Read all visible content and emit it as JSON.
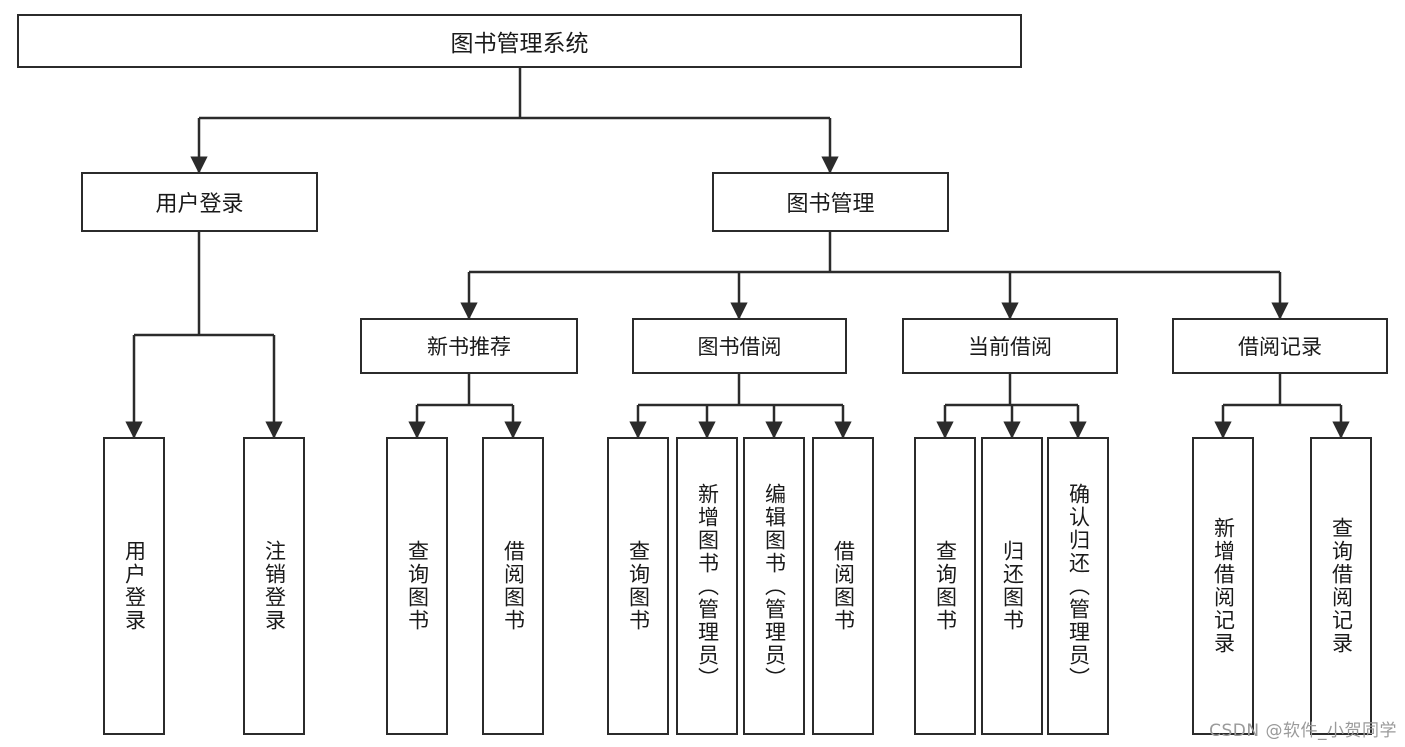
{
  "diagram": {
    "type": "tree-hierarchy",
    "title": "图书管理系统",
    "watermark": "CSDN @软件_小贺同学",
    "colors": {
      "stroke": "#2b2b2b",
      "fill": "#ffffff",
      "text": "#1a1a1a",
      "watermark": "#9a9a9a"
    },
    "nodes": {
      "root": {
        "label": "图书管理系统"
      },
      "level2": [
        {
          "id": "user-login",
          "label": "用户登录"
        },
        {
          "id": "book-manage",
          "label": "图书管理"
        }
      ],
      "level3": [
        {
          "id": "new-book-rec",
          "label": "新书推荐"
        },
        {
          "id": "book-borrow",
          "label": "图书借阅"
        },
        {
          "id": "current-borrow",
          "label": "当前借阅"
        },
        {
          "id": "borrow-record",
          "label": "借阅记录"
        }
      ],
      "leaves": {
        "user_login": [
          {
            "id": "leaf-user-login",
            "label": "用户登录"
          },
          {
            "id": "leaf-logout",
            "label": "注销登录"
          }
        ],
        "new_book_rec": [
          {
            "id": "leaf-query-book-1",
            "label": "查询图书"
          },
          {
            "id": "leaf-borrow-book-1",
            "label": "借阅图书"
          }
        ],
        "book_borrow": [
          {
            "id": "leaf-query-book-2",
            "label": "查询图书"
          },
          {
            "id": "leaf-add-book",
            "label": "新增图书（管理员）"
          },
          {
            "id": "leaf-edit-book",
            "label": "编辑图书（管理员）"
          },
          {
            "id": "leaf-borrow-book-2",
            "label": "借阅图书"
          }
        ],
        "current_borrow": [
          {
            "id": "leaf-query-book-3",
            "label": "查询图书"
          },
          {
            "id": "leaf-return-book",
            "label": "归还图书"
          },
          {
            "id": "leaf-confirm-return",
            "label": "确认归还（管理员）"
          }
        ],
        "borrow_record": [
          {
            "id": "leaf-add-record",
            "label": "新增借阅记录"
          },
          {
            "id": "leaf-query-record",
            "label": "查询借阅记录"
          }
        ]
      }
    }
  }
}
